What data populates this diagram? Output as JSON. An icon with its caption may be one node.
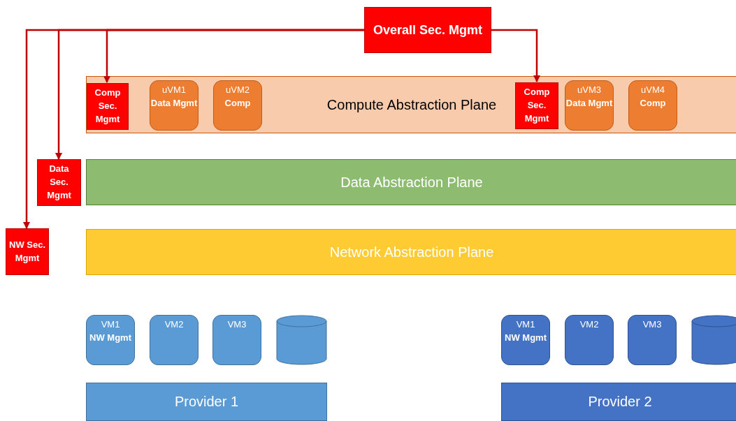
{
  "diagram": {
    "nodes": [
      {
        "text": [
          "Overall Sec. Mgmt"
        ]
      },
      {
        "text": [
          "Compute Abstraction Plane"
        ]
      },
      {
        "text": [
          "Comp Sec. Mgmt"
        ],
        "in": 1
      },
      {
        "text": [
          "uVM1",
          "Data Mgmt"
        ],
        "in": 1
      },
      {
        "text": [
          "uVM2",
          "Comp"
        ],
        "in": 1
      },
      {
        "text": [
          "Comp Sec. Mgmt"
        ],
        "in": 1
      },
      {
        "text": [
          "uVM3",
          "Data Mgmt"
        ],
        "in": 1
      },
      {
        "text": [
          "uVM4",
          "Comp"
        ],
        "in": 1
      },
      {
        "text": [
          "Data Sec. Mgmt"
        ]
      },
      {
        "text": [
          "Data Abstraction Plane"
        ]
      },
      {
        "text": [
          "NW Sec. Mgmt"
        ]
      },
      {
        "text": [
          "Network Abstraction Plane"
        ]
      },
      {
        "text": [
          "VM1",
          "NW Mgmt"
        ]
      },
      {
        "text": [
          "VM2"
        ]
      },
      {
        "text": [
          "VM3"
        ]
      },
      {
        "text": [],
        "shape": "cylinder"
      },
      {
        "text": [
          "Provider 1"
        ]
      },
      {
        "text": [
          "VM1",
          "NW Mgmt"
        ]
      },
      {
        "text": [
          "VM2"
        ]
      },
      {
        "text": [
          "VM3"
        ]
      },
      {
        "text": [],
        "shape": "cylinder"
      },
      {
        "text": [
          "Provider 2"
        ]
      }
    ],
    "edges": [
      {
        "from": 0,
        "to": 2,
        "arrow": "to"
      },
      {
        "from": 0,
        "to": 5,
        "arrow": "to"
      },
      {
        "from": 0,
        "to": 8,
        "arrow": "to"
      },
      {
        "from": 0,
        "to": 10,
        "arrow": "to"
      }
    ]
  }
}
